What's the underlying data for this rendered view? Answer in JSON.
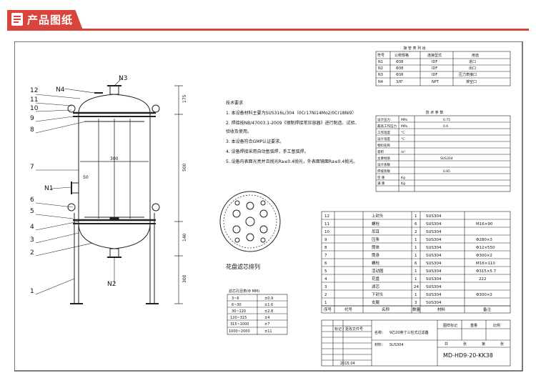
{
  "header": {
    "title": "产品图纸",
    "icon": "document-icon"
  },
  "callouts": {
    "n4": "N4",
    "n3": "N3",
    "n1": "N1",
    "n2": "N2",
    "c12": "12",
    "c11": "11",
    "c10": "10",
    "c9": "9",
    "c8": "8",
    "c7": "7",
    "c6": "6",
    "c5": "5",
    "c4": "4",
    "c3": "3",
    "c2": "2",
    "c1": "1"
  },
  "dims": {
    "d175": "175",
    "d500": "500",
    "d140": "140",
    "d300": "300",
    "d50": "50",
    "dw300": "300"
  },
  "nozzle_table": {
    "title": "接 管 表 列 出",
    "headers": [
      "符号",
      "公称规格",
      "连接型式",
      "用途"
    ],
    "rows": [
      [
        "N1",
        "Φ38",
        "IDF",
        "进口"
      ],
      [
        "N2",
        "Φ38",
        "IDF",
        "出口"
      ],
      [
        "N3",
        "Φ38",
        "IDF",
        "压力表接口"
      ],
      [
        "N4",
        "3/8\"",
        "NPT",
        "排空口"
      ]
    ]
  },
  "tech_req": {
    "title": "技术要求",
    "items": [
      "1. 本设备材料主要为SUS316L/304（0Cr17Ni14Mo2/0Cr18Ni9）",
      "2. 焊接按NB/47003.1-2009《钢制焊接常压容器》进行制造、试验、",
      "    验收及使用。",
      "3. 本设备符合GMP认证要求。",
      "4. 设备焊接采用自动氩弧焊，手工氩弧焊。",
      "5. 设备内表面光亮并且抛光Ra≤0.4抛光，外表面镜面Ra≤0.4抛光。"
    ]
  },
  "spec_table": {
    "title": "技 术 参 数",
    "rows": [
      [
        "设计压力",
        "MPa",
        "0.75"
      ],
      [
        "最高工作压力",
        "MPa",
        "0.6"
      ],
      [
        "工作温度",
        "°C",
        ""
      ],
      [
        "设计温度",
        "°C",
        ""
      ],
      [
        "物料名称",
        "",
        ""
      ],
      [
        "容积",
        "m³",
        ""
      ],
      [
        "主要材质",
        "",
        "SUS304"
      ],
      [
        "设计系数",
        "",
        ""
      ],
      [
        "焊缝系数",
        "",
        "0.85"
      ],
      [
        "空 重",
        "Kg",
        ""
      ],
      [
        "满 重",
        "Kg",
        ""
      ]
    ]
  },
  "plate": {
    "caption": "花盘滤芯排列"
  },
  "hole_table": {
    "title": "滤芯孔径表(Φ MM)",
    "rows": [
      [
        "3~6",
        "±0.9"
      ],
      [
        "6~30",
        "±1.6"
      ],
      [
        "30~120",
        "±2.8"
      ],
      [
        "120~315",
        "±4"
      ],
      [
        "315~1000",
        "±7"
      ],
      [
        "1000~2000",
        "±11"
      ]
    ]
  },
  "bom": {
    "rows": [
      [
        "12",
        "上封头",
        "1",
        "SUS304",
        ""
      ],
      [
        "11",
        "螺栓",
        "6",
        "SUS304",
        "M16×90"
      ],
      [
        "10",
        "吊耳",
        "2",
        "SUS304",
        ""
      ],
      [
        "9",
        "压条",
        "1",
        "SUS304",
        "Φ280×3"
      ],
      [
        "8",
        "筒体",
        "1",
        "SUS304",
        "Φ12×550"
      ],
      [
        "7",
        "筒身",
        "1",
        "SUS304",
        "Φ300×2"
      ],
      [
        "6",
        "螺栓",
        "6",
        "SUS304",
        "M16×110"
      ],
      [
        "5",
        "活动圈",
        "1",
        "SUS304",
        "Φ315×5.7"
      ],
      [
        "4",
        "花盘",
        "1",
        "SUS304",
        "222"
      ],
      [
        "3",
        "滤芯",
        "24",
        "SUS304",
        ""
      ],
      [
        "2",
        "下封头",
        "1",
        "SUS304",
        "Φ300×2"
      ],
      [
        "1",
        "支腿",
        "3",
        "SUS304",
        ""
      ]
    ],
    "headers": [
      "序号",
      "代号",
      "名称",
      "数量",
      "材料",
      "备注"
    ]
  },
  "title_block": {
    "label_change": "标记 / 更改文件号",
    "name_label": "名称：",
    "name_value": "9芯20英寸三柱式过滤器",
    "material_label": "材料：",
    "material_value": "SUS304",
    "stage_labels": [
      "图样标记",
      "重量",
      "比例"
    ],
    "sheet_labels": [
      "共",
      "张",
      "第",
      "张"
    ],
    "drawing_no": "MD-HD9-20-KK38",
    "date": "2015.04"
  }
}
